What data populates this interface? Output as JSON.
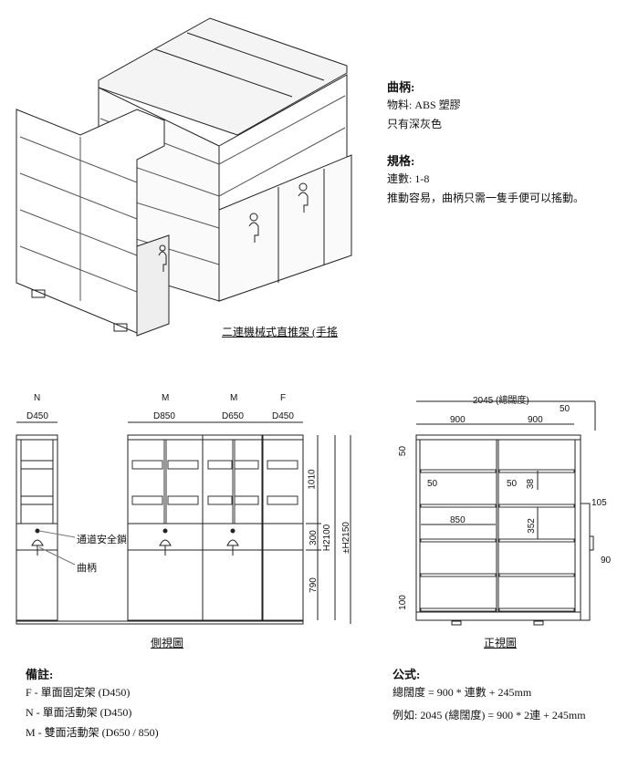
{
  "handle_section": {
    "title": "曲柄:",
    "material": "物料: ABS 塑膠",
    "color": "只有深灰色"
  },
  "spec_section": {
    "title": "規格:",
    "units": "連數: 1-8",
    "note": "推動容易，曲柄只需一隻手便可以搖動。"
  },
  "illustration_caption": "二連機械式直推架 (手搖",
  "side_view": {
    "types": [
      "N",
      "M",
      "M",
      "F"
    ],
    "depths": [
      "D450",
      "D850",
      "D650",
      "D450"
    ],
    "heights": [
      "1010",
      "300",
      "790"
    ],
    "total_height": "H2100",
    "overall_height": "±H2150",
    "callout_lock": "通道安全鎖",
    "callout_handle": "曲柄",
    "caption": "側視圖"
  },
  "front_view": {
    "total_width": "2045 (總闊度)",
    "bay_widths": [
      "900",
      "900"
    ],
    "top_offset": "50",
    "top_thickness": "50",
    "post_width_left": "50",
    "post_width_mid": "50",
    "shelf_thickness": "38",
    "shelf_gap": "352",
    "shelf_width": "850",
    "side_panel": "105",
    "handle_depth": "90",
    "base_height": "100",
    "caption": "正視圖"
  },
  "notes": {
    "title": "備註:",
    "items": [
      "F - 單面固定架 (D450)",
      "N - 單面活動架 (D450)",
      "M - 雙面活動架 (D650 / 850)"
    ]
  },
  "formula": {
    "title": "公式:",
    "line1": "總闊度 = 900 * 連數 + 245mm",
    "line2": "例如: 2045 (總闊度) = 900 * 2連 + 245mm"
  }
}
